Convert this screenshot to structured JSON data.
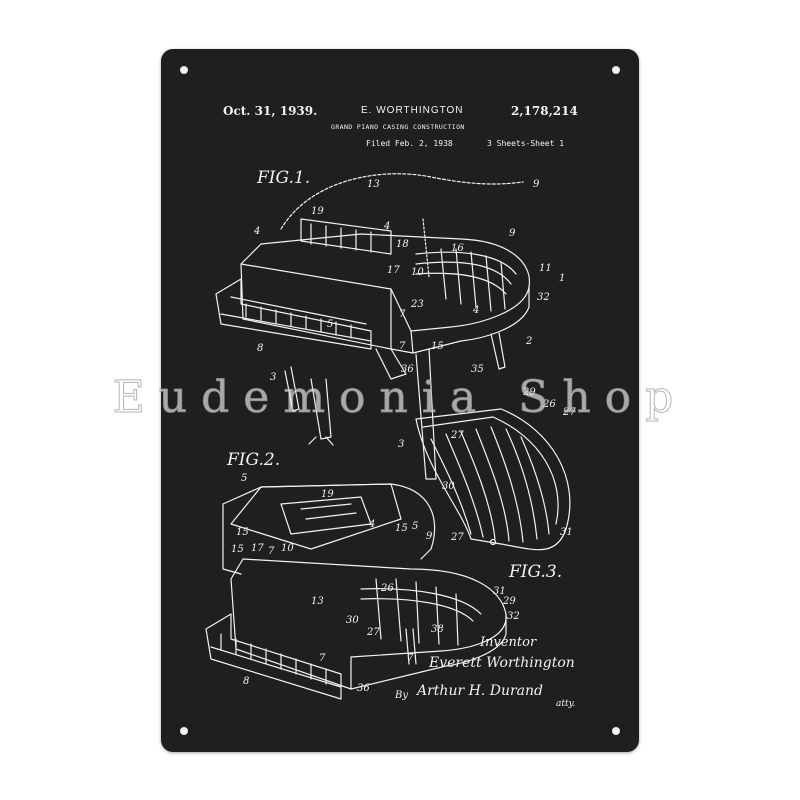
{
  "patent": {
    "date": "Oct. 31, 1939.",
    "inventor": "E. WORTHINGTON",
    "number": "2,178,214",
    "title": "GRAND PIANO CASING CONSTRUCTION",
    "filed": "Filed Feb. 2, 1938",
    "sheets": "3 Sheets-Sheet 1"
  },
  "figures": {
    "fig1": "FIG.1.",
    "fig2": "FIG.2.",
    "fig3": "FIG.3."
  },
  "signature": {
    "inventor_label": "Inventor",
    "inventor_name": "Everett Worthington",
    "by": "By",
    "attorney": "Arthur H. Durand",
    "atty": "atty."
  },
  "watermark": "Eudemonia Shop",
  "colors": {
    "board": "#1f1f1f",
    "ink": "#f2f2f2",
    "background": "#ffffff"
  }
}
